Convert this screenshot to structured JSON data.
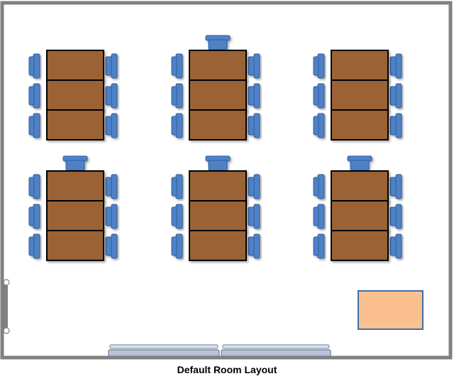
{
  "caption": "Default Room Layout",
  "colors": {
    "wall": "#808080",
    "table_fill": "#9a6236",
    "table_stroke": "#000000",
    "chair_fill": "#4f81c7",
    "chair_stroke": "#2f5f9e",
    "teacher_desk_fill": "#fac090",
    "teacher_desk_stroke": "#3f6fa8",
    "whiteboard_fill": "#b8c4d6",
    "whiteboard_stroke": "#6f7f99",
    "door_hinge": "#ffffff"
  },
  "icons": {
    "table_group": "rectangle",
    "chair": "rounded-rectangle",
    "teacher_desk": "rectangle",
    "whiteboard": "rectangle",
    "door": "line"
  },
  "groups": [
    {
      "row": 1,
      "col": 1,
      "tables": 3,
      "chairs_per_side": 3,
      "head_chair": false
    },
    {
      "row": 1,
      "col": 2,
      "tables": 3,
      "chairs_per_side": 3,
      "head_chair": true
    },
    {
      "row": 1,
      "col": 3,
      "tables": 3,
      "chairs_per_side": 3,
      "head_chair": false
    },
    {
      "row": 2,
      "col": 1,
      "tables": 3,
      "chairs_per_side": 3,
      "head_chair": true
    },
    {
      "row": 2,
      "col": 2,
      "tables": 3,
      "chairs_per_side": 3,
      "head_chair": true
    },
    {
      "row": 2,
      "col": 3,
      "tables": 3,
      "chairs_per_side": 3,
      "head_chair": true
    }
  ]
}
